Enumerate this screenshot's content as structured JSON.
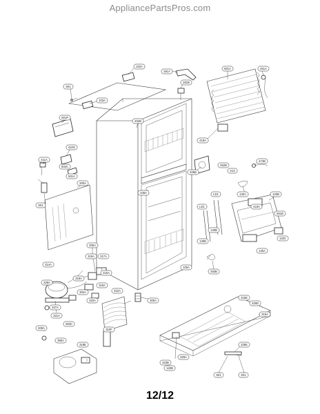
{
  "watermark": "AppliancePartsPros.com",
  "page_number": "12/12",
  "callouts": [
    {
      "id": "c1",
      "text": "102A"
    },
    {
      "id": "c2",
      "text": "281A"
    },
    {
      "id": "c3",
      "text": "501A"
    },
    {
      "id": "c4",
      "text": "451A"
    },
    {
      "id": "c5",
      "text": "S01"
    },
    {
      "id": "c6",
      "text": "103A"
    },
    {
      "id": "c7",
      "text": "281B"
    },
    {
      "id": "c8",
      "text": "S01P"
    },
    {
      "id": "c9",
      "text": "202B"
    },
    {
      "id": "c10",
      "text": "418A"
    },
    {
      "id": "c11",
      "text": "410G"
    },
    {
      "id": "c12",
      "text": "411A"
    },
    {
      "id": "c13",
      "text": "602C"
    },
    {
      "id": "c14",
      "text": "405B"
    },
    {
      "id": "c15",
      "text": "252B"
    },
    {
      "id": "c16",
      "text": "S13"
    },
    {
      "id": "c17",
      "text": "474B"
    },
    {
      "id": "c18",
      "text": "501A"
    },
    {
      "id": "c19",
      "text": "200A"
    },
    {
      "id": "c20",
      "text": "130A"
    },
    {
      "id": "c21",
      "text": "LD1"
    },
    {
      "id": "c22",
      "text": "LD1"
    },
    {
      "id": "c23",
      "text": "120B"
    },
    {
      "id": "c24",
      "text": "418A"
    },
    {
      "id": "c25",
      "text": "501B"
    },
    {
      "id": "c26",
      "text": "S01"
    },
    {
      "id": "c27",
      "text": "120C"
    },
    {
      "id": "c28",
      "text": "108A"
    },
    {
      "id": "c29",
      "text": "140B"
    },
    {
      "id": "c30",
      "text": "130B"
    },
    {
      "id": "c31",
      "text": "305A"
    },
    {
      "id": "c32",
      "text": "315A"
    },
    {
      "id": "c33",
      "text": "317A"
    },
    {
      "id": "c34",
      "text": "314A"
    },
    {
      "id": "c35",
      "text": "316A"
    },
    {
      "id": "c36",
      "text": "318A"
    },
    {
      "id": "c37",
      "text": "319A"
    },
    {
      "id": "c38",
      "text": "100A"
    },
    {
      "id": "c39",
      "text": "283B"
    },
    {
      "id": "c40",
      "text": "322A"
    },
    {
      "id": "c41",
      "text": "328A"
    },
    {
      "id": "c42",
      "text": "304A"
    },
    {
      "id": "c43",
      "text": "320A"
    },
    {
      "id": "c44",
      "text": "300A"
    },
    {
      "id": "c45",
      "text": "327A"
    },
    {
      "id": "c46",
      "text": "321A"
    },
    {
      "id": "c47",
      "text": "283C"
    },
    {
      "id": "c48",
      "text": "409A"
    },
    {
      "id": "c49",
      "text": "390A"
    },
    {
      "id": "c50",
      "text": "310F"
    },
    {
      "id": "c51",
      "text": "318E"
    },
    {
      "id": "c52",
      "text": "329A"
    },
    {
      "id": "c53",
      "text": "315E"
    },
    {
      "id": "c54",
      "text": "329D"
    },
    {
      "id": "c55",
      "text": "315A"
    },
    {
      "id": "c56",
      "text": "323B"
    },
    {
      "id": "c57",
      "text": "325E"
    },
    {
      "id": "c58",
      "text": "S01"
    },
    {
      "id": "c59",
      "text": "S01"
    },
    {
      "id": "c60",
      "text": "120B"
    },
    {
      "id": "c61",
      "text": "125A"
    }
  ]
}
